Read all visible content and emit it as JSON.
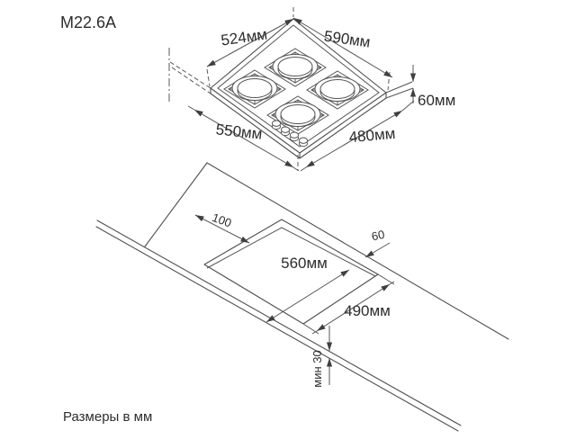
{
  "title": "M22.6A",
  "footer": "Размеры в мм",
  "colors": {
    "line": "#4f4f4f",
    "text": "#2d2d2d"
  },
  "hob_view": {
    "burner_count": 4,
    "knob_count": 4,
    "dimensions": {
      "top_left": "524мм",
      "top_right": "590мм",
      "right_height": "60мм",
      "bottom_left": "550мм",
      "bottom_right": "480мм"
    }
  },
  "cutout_view": {
    "dimensions": {
      "left_offset": "100",
      "back_offset": "60",
      "cutout_width": "560мм",
      "cutout_depth": "490мм",
      "front_clearance": "мин 30"
    }
  }
}
